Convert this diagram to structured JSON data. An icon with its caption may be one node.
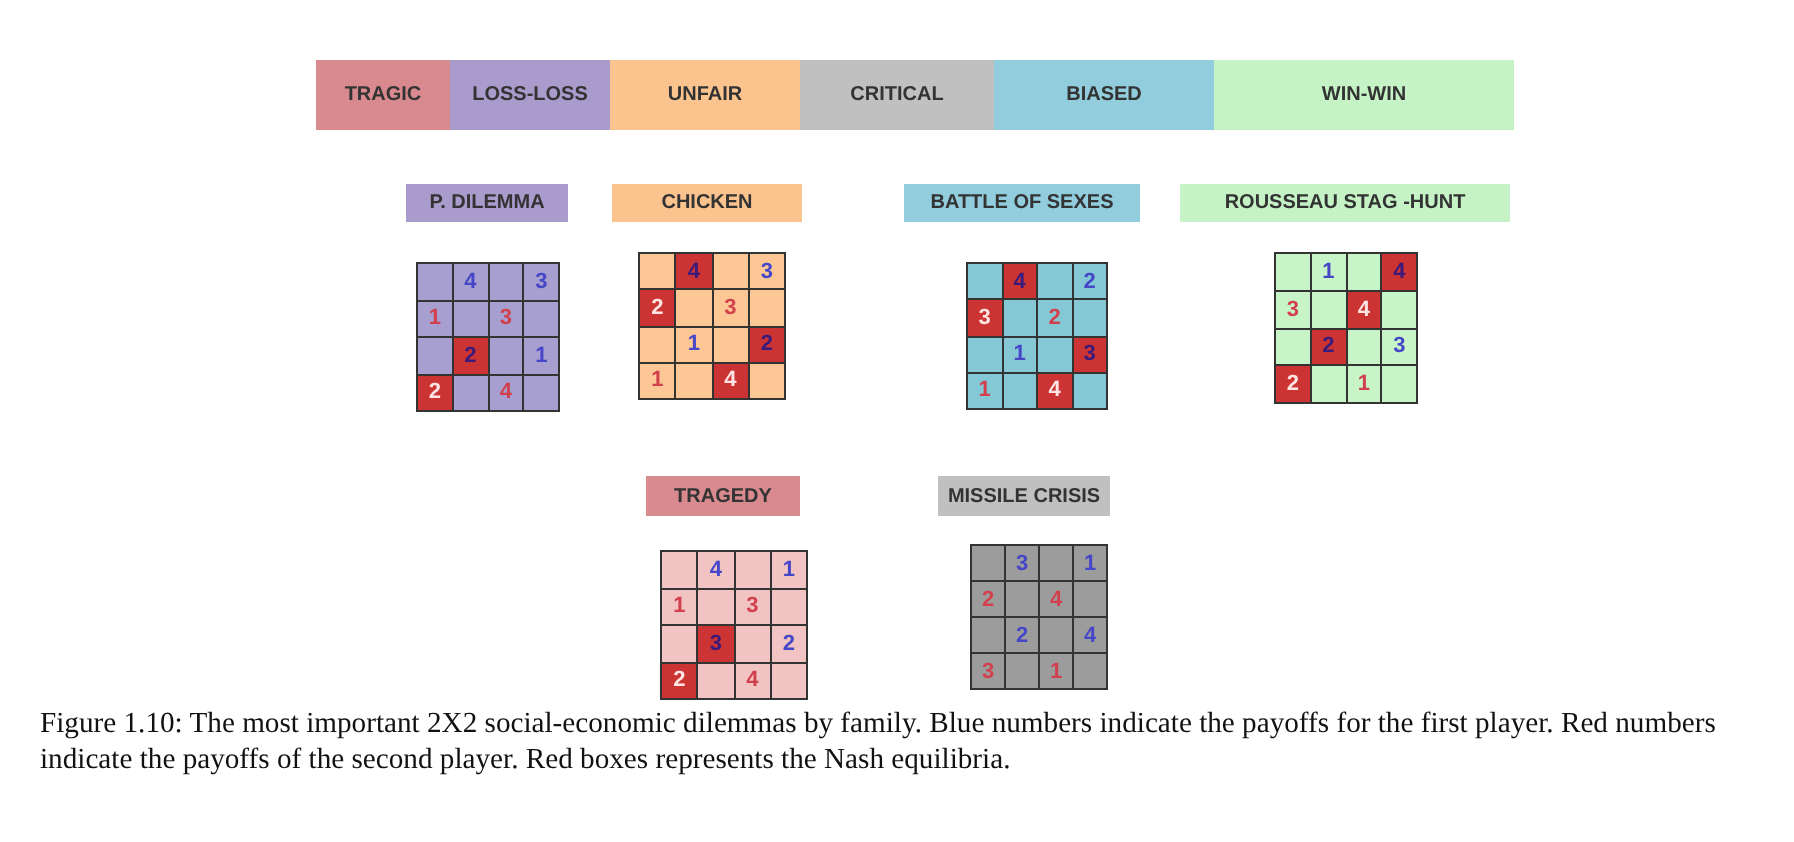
{
  "diagram": {
    "caption": "Figure 1.10: The most important 2X2 social-economic dilemmas by family. Blue numbers indicate the payoffs for the first player. Red numbers indicate the payoffs of the second player. Red boxes represents the Nash equilibria.",
    "nodes": [
      {
        "text": [
          "P. DILEMMA"
        ]
      },
      {
        "text": [
          "CHICKEN"
        ]
      },
      {
        "text": [
          "BATTLE OF SEXES"
        ]
      },
      {
        "text": [
          "ROUSSEAU STAG -HUNT"
        ]
      },
      {
        "text": [
          "TRAGEDY"
        ]
      },
      {
        "text": [
          "MISSILE CRISIS"
        ]
      }
    ],
    "labels": [
      "4",
      "3",
      "1",
      "3",
      "2",
      "1",
      "2",
      "4",
      "4",
      "3",
      "2",
      "3",
      "1",
      "2",
      "1",
      "4",
      "4",
      "2",
      "3",
      "2",
      "1",
      "3",
      "1",
      "4",
      "1",
      "4",
      "3",
      "4",
      "2",
      "3",
      "2",
      "1",
      "4",
      "1",
      "1",
      "3",
      "3",
      "2",
      "2",
      "4",
      "3",
      "1",
      "2",
      "4",
      "2",
      "4",
      "3",
      "1"
    ],
    "legend": [
      {
        "text": "TRAGIC",
        "color": "#d98a8f"
      },
      {
        "text": "LOSS-LOSS",
        "color": "#a99bcc"
      },
      {
        "text": "UNFAIR",
        "color": "#fbc48f"
      },
      {
        "text": "CRITICAL",
        "color": "#c0c0c0"
      },
      {
        "text": "BIASED",
        "color": "#92cddd"
      },
      {
        "text": "WIN-WIN",
        "color": "#c5f3c5"
      }
    ]
  }
}
